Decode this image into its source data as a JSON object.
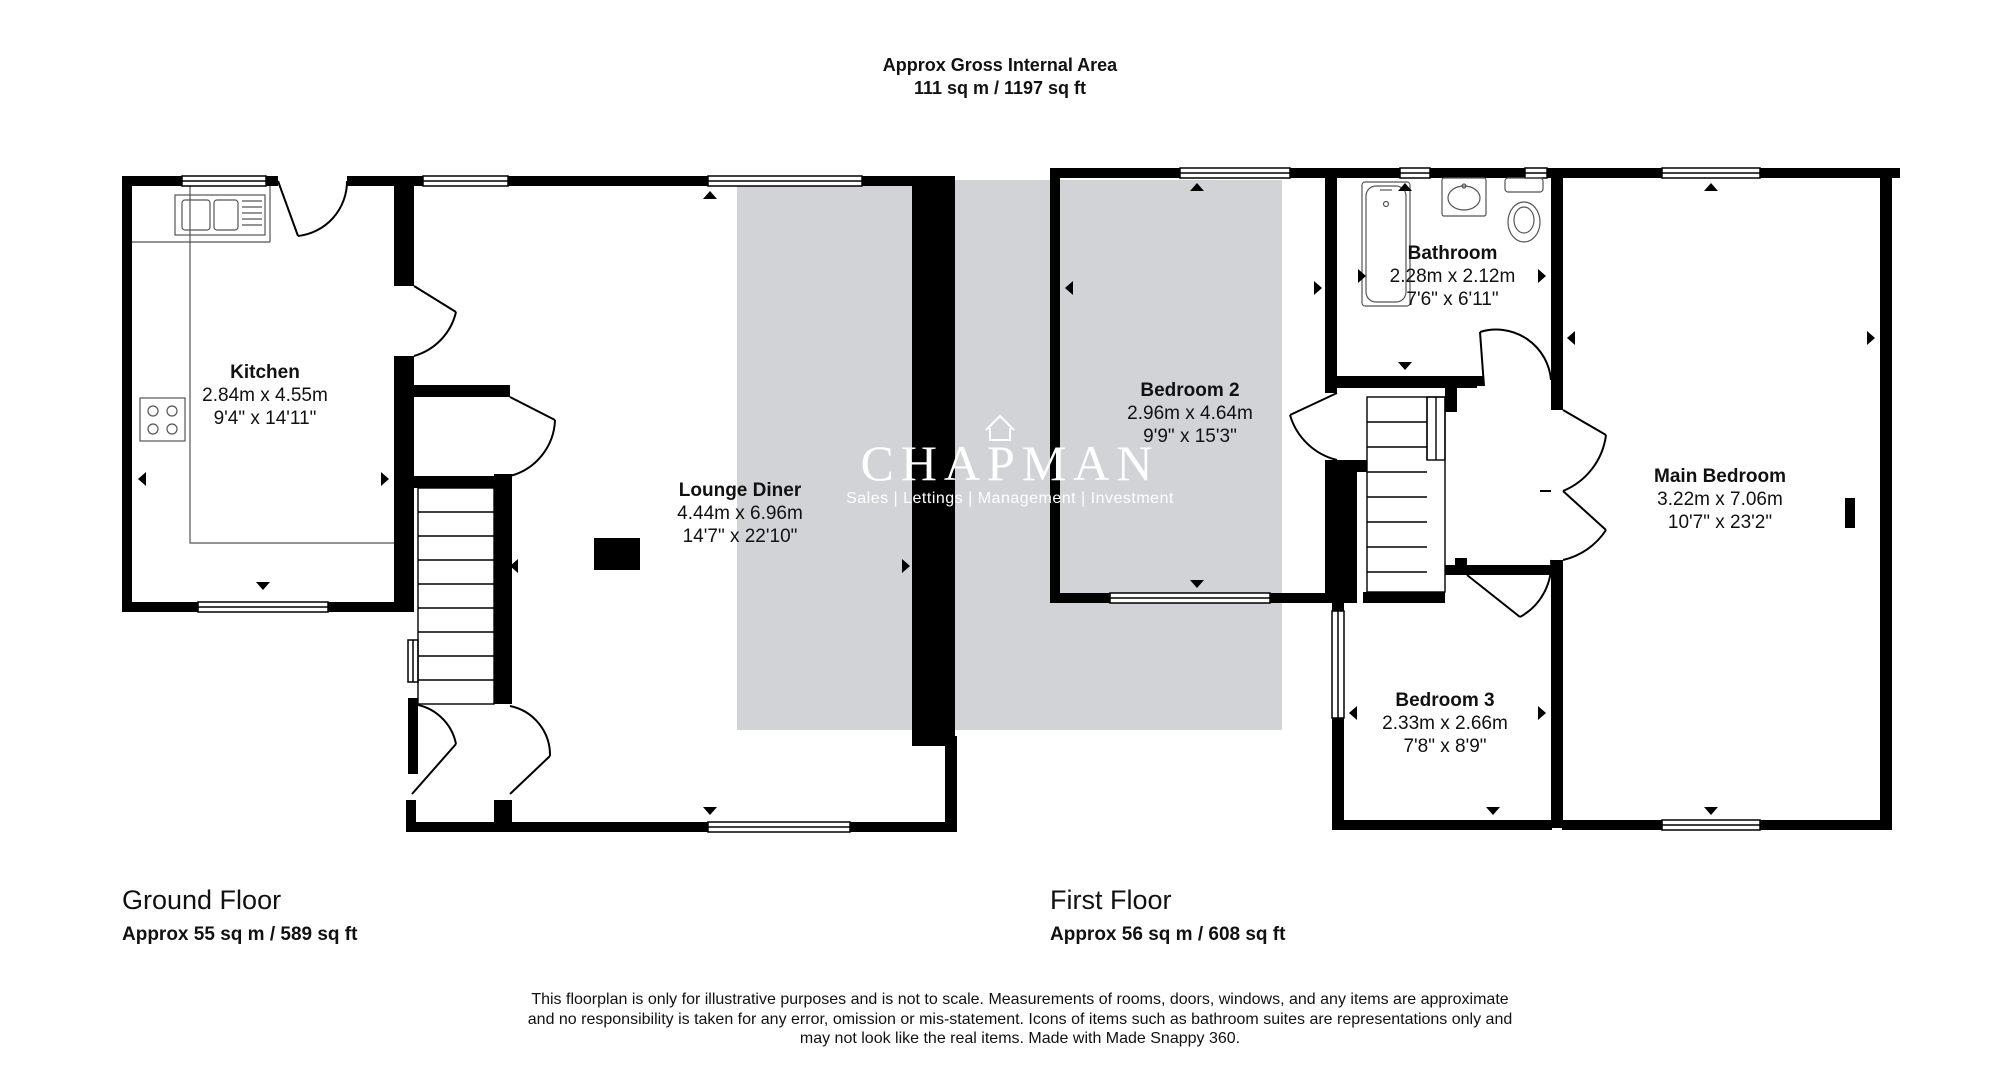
{
  "header": {
    "title": "Approx Gross Internal Area",
    "area": "111 sq m / 1197 sq ft"
  },
  "ground_floor": {
    "title": "Ground Floor",
    "area": "Approx 55 sq m / 589 sq ft",
    "rooms": {
      "kitchen": {
        "name": "Kitchen",
        "metric": "2.84m x 4.55m",
        "imperial": "9'4\" x 14'11\""
      },
      "lounge": {
        "name": "Lounge Diner",
        "metric": "4.44m x 6.96m",
        "imperial": "14'7\" x 22'10\""
      }
    }
  },
  "first_floor": {
    "title": "First Floor",
    "area": "Approx 56 sq m / 608 sq ft",
    "rooms": {
      "bedroom2": {
        "name": "Bedroom 2",
        "metric": "2.96m x 4.64m",
        "imperial": "9'9\" x 15'3\""
      },
      "bathroom": {
        "name": "Bathroom",
        "metric": "2.28m x 2.12m",
        "imperial": "7'6\" x 6'11\""
      },
      "main_bedroom": {
        "name": "Main Bedroom",
        "metric": "3.22m x 7.06m",
        "imperial": "10'7\" x 23'2\""
      },
      "bedroom3": {
        "name": "Bedroom 3",
        "metric": "2.33m x 2.66m",
        "imperial": "7'8\" x 8'9\""
      }
    }
  },
  "watermark": {
    "name": "CHAPMAN",
    "tagline": "Sales | Lettings | Management | Investment"
  },
  "disclaimer": [
    "This floorplan is only for illustrative purposes and is not to scale. Measurements of rooms, doors, windows, and any items are approximate",
    "and no responsibility is taken for any error, omission or mis-statement. Icons of items such as bathroom suites are representations only and",
    "may not look like the real items. Made with Made Snappy 360."
  ],
  "colors": {
    "wall": "#000000",
    "watermark_band": "#d1d3d7",
    "text": "#111111"
  }
}
